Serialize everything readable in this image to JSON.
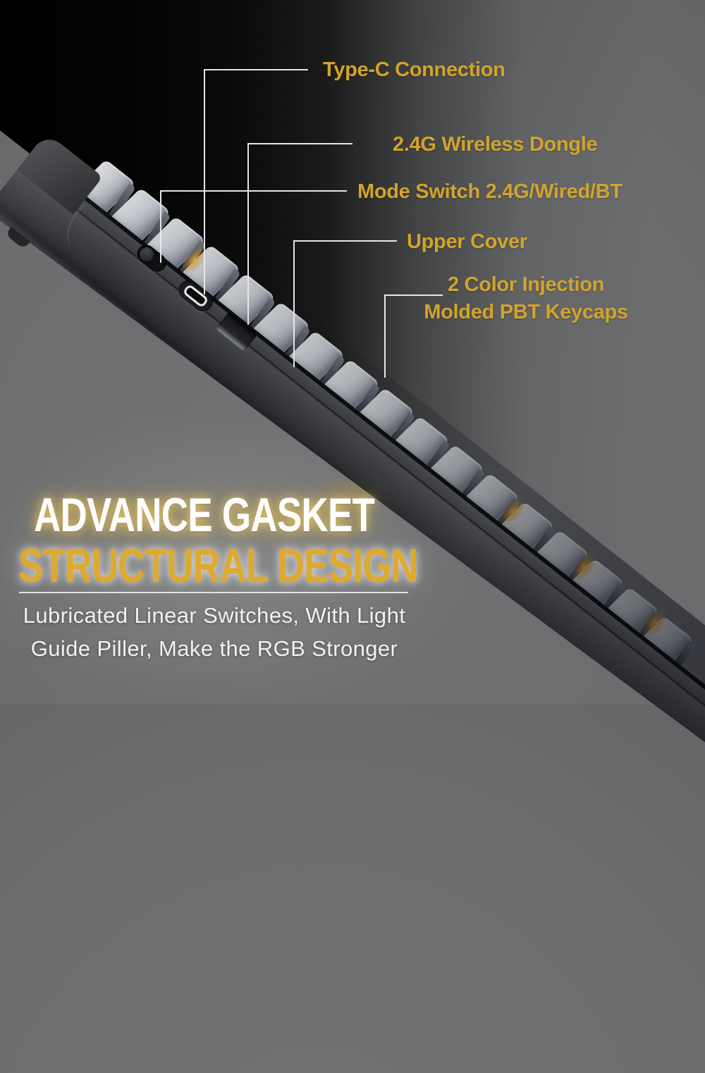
{
  "callouts": [
    {
      "label": "Type-C Connection"
    },
    {
      "label": "2.4G Wireless Dongle"
    },
    {
      "label": "Mode Switch 2.4G/Wired/BT"
    },
    {
      "label": "Upper Cover"
    },
    {
      "label": "2 Color Injection",
      "label2": "Molded PBT Keycaps"
    }
  ],
  "headline": {
    "line1": "ADVANCE GASKET",
    "line2": "STRUCTURAL DESIGN"
  },
  "subtext": {
    "line1": "Lubricated Linear Switches, With Light",
    "line2": "Guide Piller, Make the RGB Stronger"
  },
  "colors": {
    "label_gold": "#d2a42c",
    "headline_gold": "#dfa92c",
    "headline_white": "#ffffff",
    "callout_line": "#e6e6e6",
    "glow_amber": "#e0a832",
    "background_gray": "#6a6c6e",
    "background_black": "#050505",
    "case_dark": "#3a3c40",
    "keycap_gray": "#c6c9cf"
  },
  "keyboard": {
    "keycap_count": 17,
    "glow_gap_indices": [
      3,
      12,
      14,
      16
    ]
  }
}
